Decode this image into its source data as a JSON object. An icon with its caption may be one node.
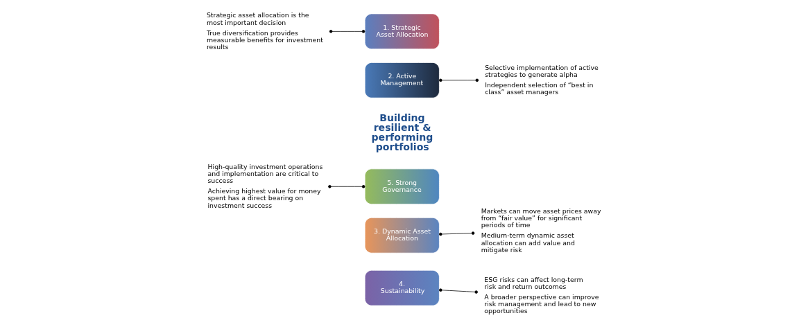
{
  "diagram": {
    "nodes": [
      {
        "text": [
          "Building resilient & performing portfolios"
        ]
      },
      {
        "text": [
          "1. Strategic Asset Allocation"
        ]
      },
      {
        "text": [
          "2. Active Management"
        ]
      },
      {
        "text": [
          "3. Dynamic Asset Allocation"
        ]
      },
      {
        "text": [
          "4. Sustainability"
        ]
      },
      {
        "text": [
          "5. Strong Governance"
        ]
      },
      {
        "text": [
          "Strategic asset allocation is the most important decision",
          "True diversification provides measurable benefits for investment results"
        ]
      },
      {
        "text": [
          "Selective implementation of active strategies to generate alpha",
          "Independent selection of “best in class” asset managers"
        ]
      },
      {
        "text": [
          "Markets can move asset prices away from “fair value” for significant periods of time",
          "Medium-term dynamic asset allocation can add value and mitigate risk"
        ]
      },
      {
        "text": [
          "ESG risks can affect long-term risk and return outcomes",
          "A broader perspective can improve risk management and lead to new opportunities"
        ]
      },
      {
        "text": [
          "High-quality investment operations and implementation are critical to success",
          "Achieving highest value for money spent has a direct bearing on investment success"
        ]
      }
    ],
    "edges": [
      {
        "from": 6,
        "to": 1,
        "arrow": "other"
      },
      {
        "from": 2,
        "to": 7,
        "arrow": "other"
      },
      {
        "from": 3,
        "to": 8,
        "arrow": "other"
      },
      {
        "from": 4,
        "to": 9,
        "arrow": "other"
      },
      {
        "from": 10,
        "to": 5,
        "arrow": "other"
      }
    ]
  }
}
